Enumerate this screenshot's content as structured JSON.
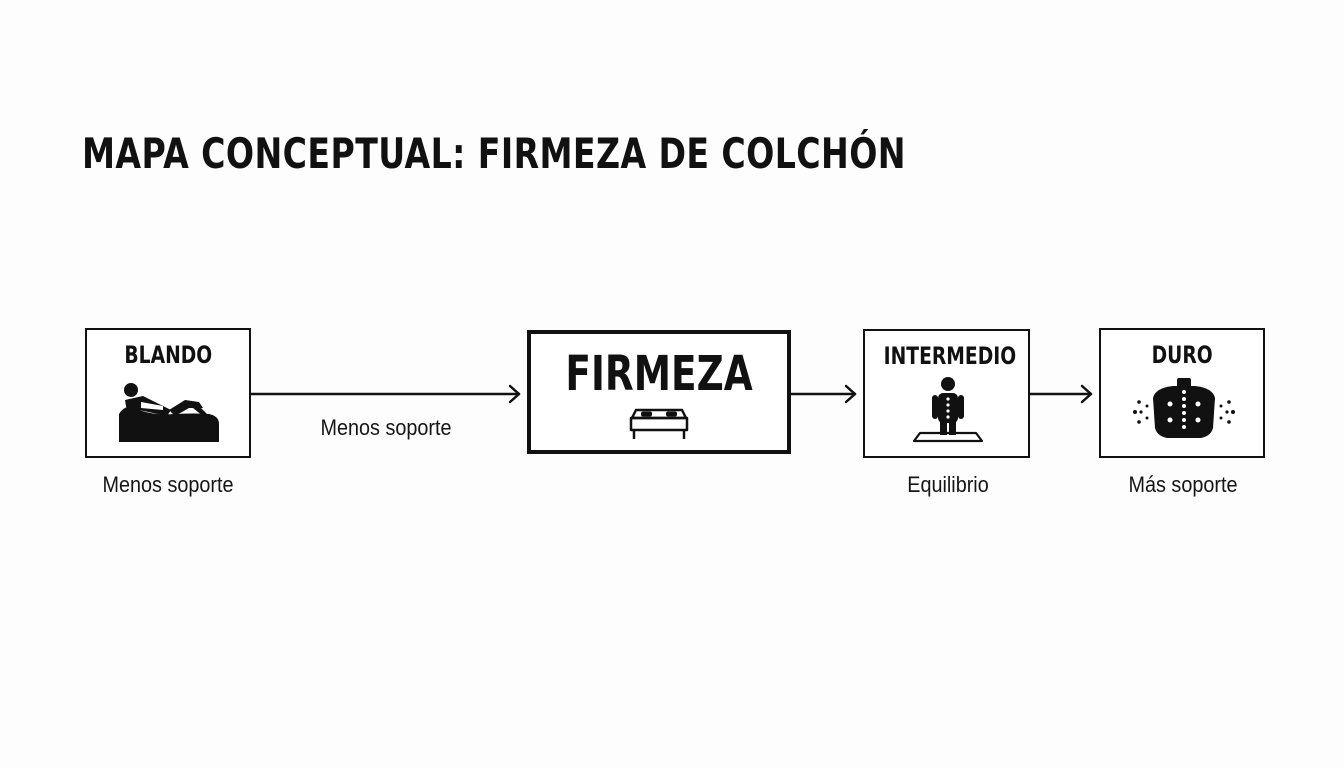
{
  "title": "MAPA CONCEPTUAL: FIRMEZA DE COLCHÓN",
  "nodes": {
    "blando": {
      "label": "BLANDO",
      "caption": "Menos soporte",
      "icon": "person-reclining-on-soft-mattress-icon"
    },
    "firmeza": {
      "label": "FIRMEZA",
      "icon": "bed-icon"
    },
    "intermedio": {
      "label": "INTERMEDIO",
      "caption": "Equilibrio",
      "icon": "person-standing-on-mattress-icon"
    },
    "duro": {
      "label": "DURO",
      "caption": "Más soporte",
      "icon": "spine-support-back-icon"
    }
  },
  "edges": {
    "blando_to_firmeza": {
      "label": "Menos soporte"
    },
    "firmeza_to_intermedio": {
      "label": ""
    },
    "intermedio_to_duro": {
      "label": ""
    }
  },
  "colors": {
    "ink": "#111111",
    "background": "#fdfdfd",
    "box_fill": "#ffffff"
  }
}
